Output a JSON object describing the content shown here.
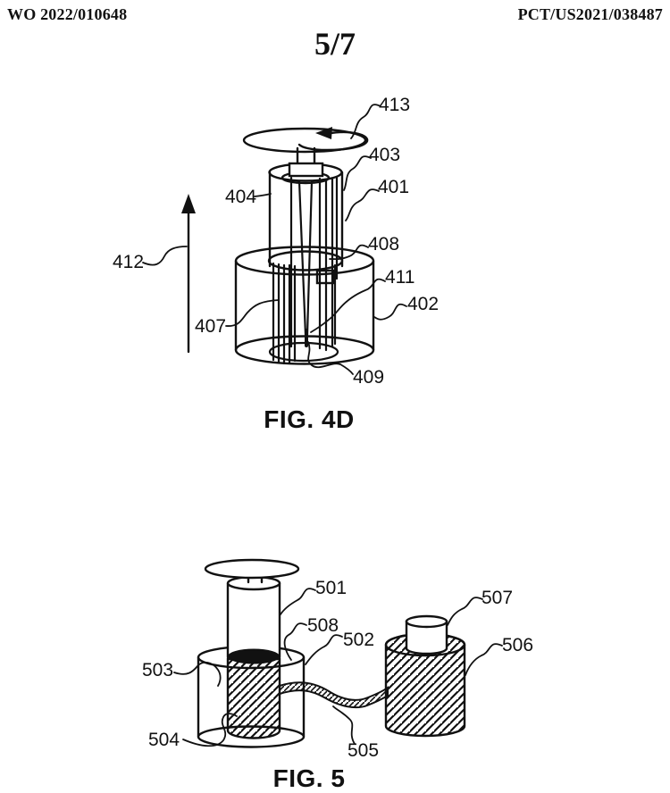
{
  "page": {
    "header_left": "WO 2022/010648",
    "header_right": "PCT/US2021/038487",
    "page_number": "5/7"
  },
  "fig4d": {
    "caption": "FIG. 4D",
    "labels": {
      "l413": "413",
      "l403": "403",
      "l401": "401",
      "l404": "404",
      "l412": "412",
      "l408": "408",
      "l411": "411",
      "l402": "402",
      "l407": "407",
      "l409": "409"
    }
  },
  "fig5": {
    "caption": "FIG. 5",
    "labels": {
      "l501": "501",
      "l507": "507",
      "l508": "508",
      "l502": "502",
      "l506": "506",
      "l503": "503",
      "l504": "504",
      "l505": "505"
    }
  },
  "ink_color": "#111111"
}
